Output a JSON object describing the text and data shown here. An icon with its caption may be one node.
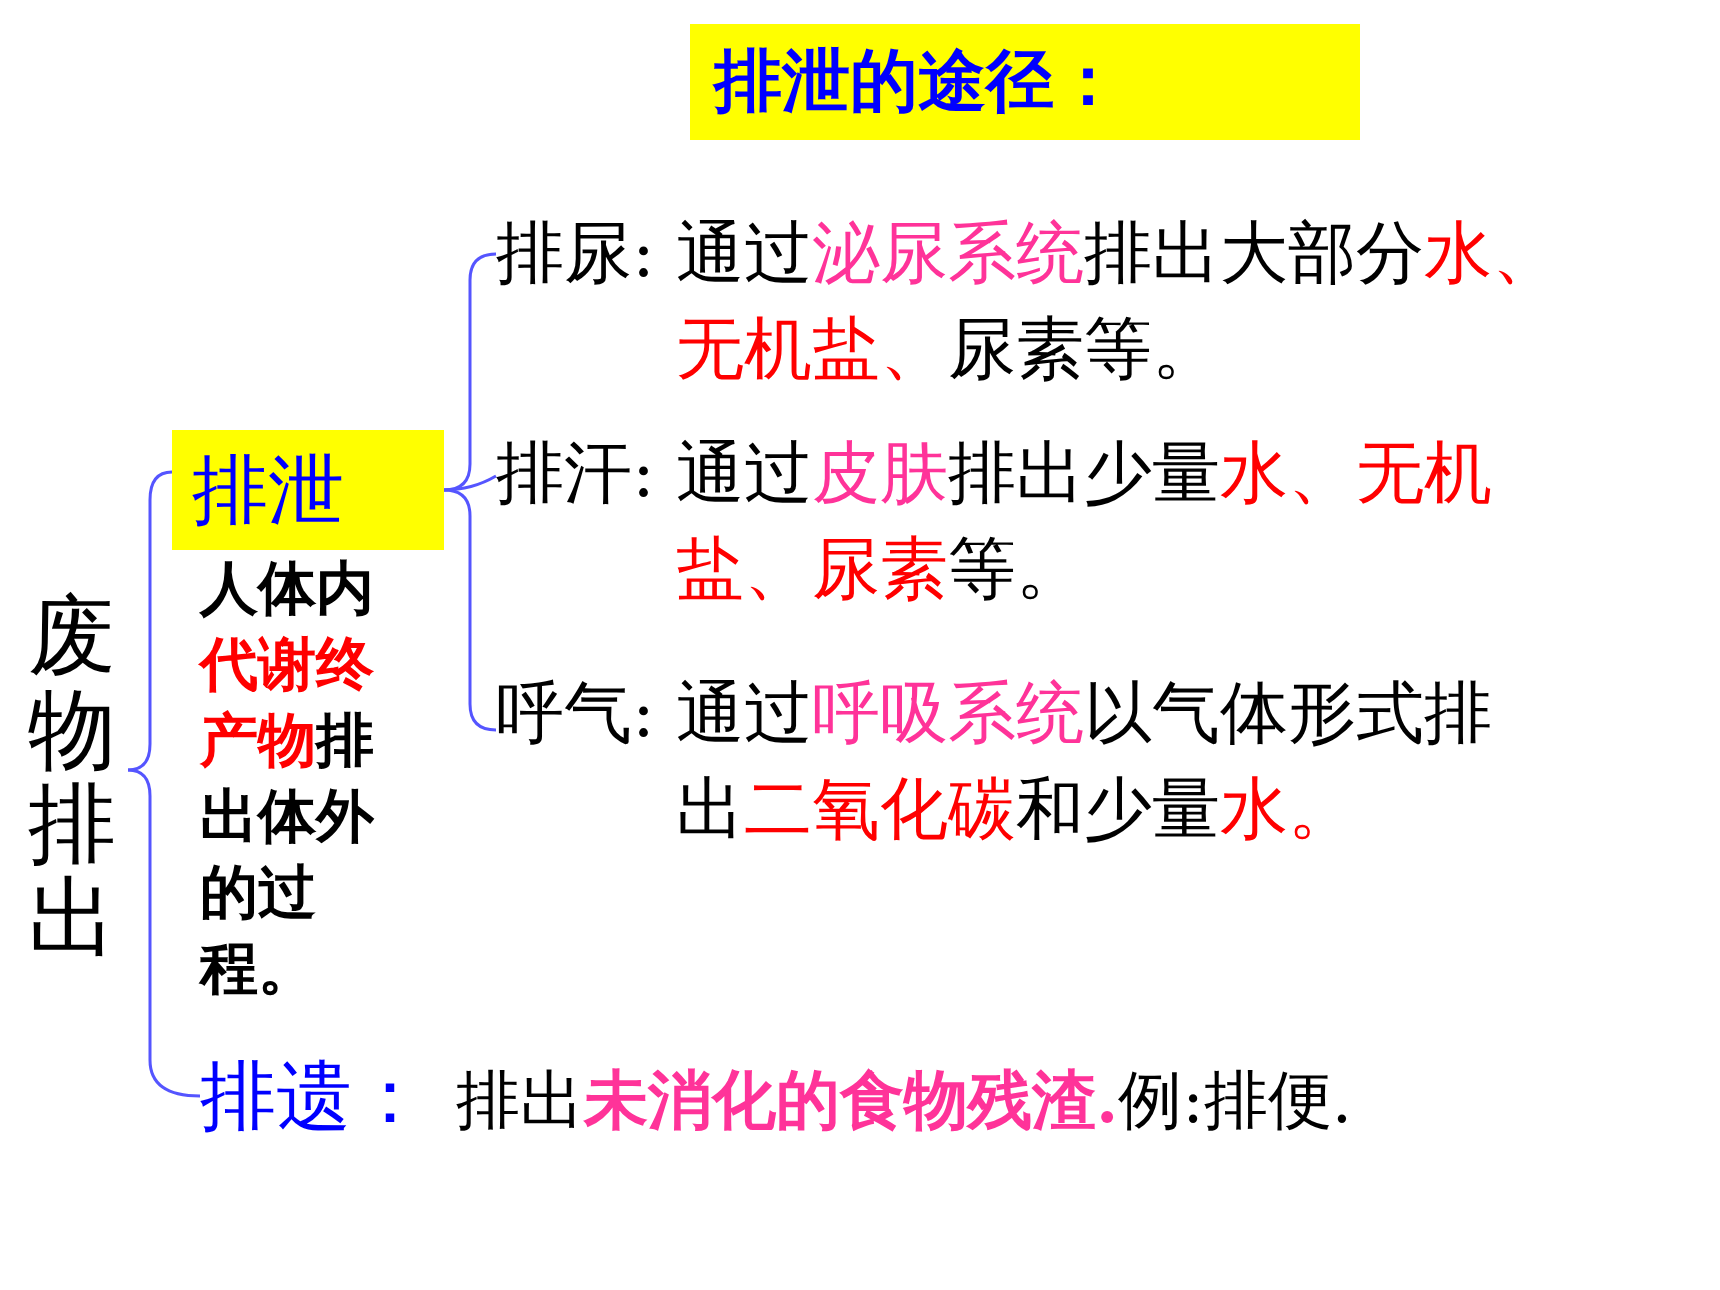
{
  "diagram": {
    "title": "排泄的途径：",
    "nodes": [
      {
        "text": [
          "废物排出"
        ]
      },
      {
        "text": [
          "排泄"
        ],
        "beside": [
          "人体内**代谢终产物**排出体外的过程。"
        ]
      },
      {
        "text": [
          "排尿:",
          "通过**泌尿系统**排出大部分**水、无机盐、**尿素等。"
        ]
      },
      {
        "text": [
          "排汗:",
          "通过**皮肤**排出少量**水、无机盐、尿素**等。"
        ]
      },
      {
        "text": [
          "呼气:",
          "通过**呼吸系统**以气体形式排出**二氧化碳**和少量**水。**"
        ]
      },
      {
        "text": [
          "排遗：",
          "排出**未消化的食物残渣.**例:排便."
        ]
      }
    ],
    "edges": [
      {
        "from": 0,
        "to": 1,
        "arrow": "none"
      },
      {
        "from": 0,
        "to": 5,
        "arrow": "none"
      },
      {
        "from": 1,
        "to": 2,
        "arrow": "none"
      },
      {
        "from": 1,
        "to": 3,
        "arrow": "none"
      },
      {
        "from": 1,
        "to": 4,
        "arrow": "none"
      }
    ]
  }
}
